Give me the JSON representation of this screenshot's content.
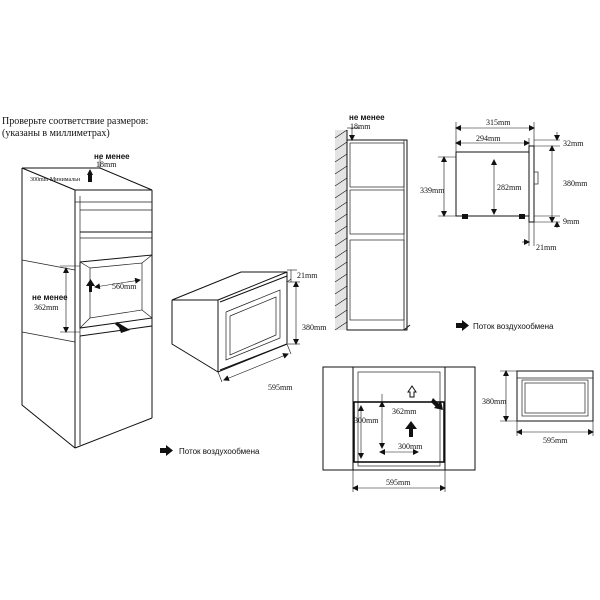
{
  "header": {
    "title_line1": "Проверьте соответствие размеров:",
    "title_line2": "(указаны в миллиметрах)"
  },
  "cabinet_view": {
    "top_gap_label": "не менее",
    "top_gap_value": "18mm",
    "side_note": "300mm Минимальн",
    "opening_min_label": "не менее",
    "opening_height": "362mm",
    "opening_depth": "560mm",
    "airflow_label": "Поток воздухообмена"
  },
  "oven_view": {
    "front_gap": "21mm",
    "height": "380mm",
    "width": "595mm"
  },
  "side_section": {
    "top_gap_label": "не менее",
    "top_gap_value": "18mm",
    "airflow_label": "Поток воздухообмена"
  },
  "side_dims": {
    "total_depth": "315mm",
    "inner_depth": "294mm",
    "front_offset": "32mm",
    "outer_height": "339mm",
    "inner_height": "282mm",
    "full_height": "380mm",
    "foot_height": "9mm",
    "bottom_offset": "21mm"
  },
  "front_section": {
    "niche_height": "362mm",
    "side_gap": "300mm",
    "bottom_gap": "300mm",
    "niche_width": "595mm"
  },
  "front_view": {
    "height": "380mm",
    "width": "595mm"
  }
}
